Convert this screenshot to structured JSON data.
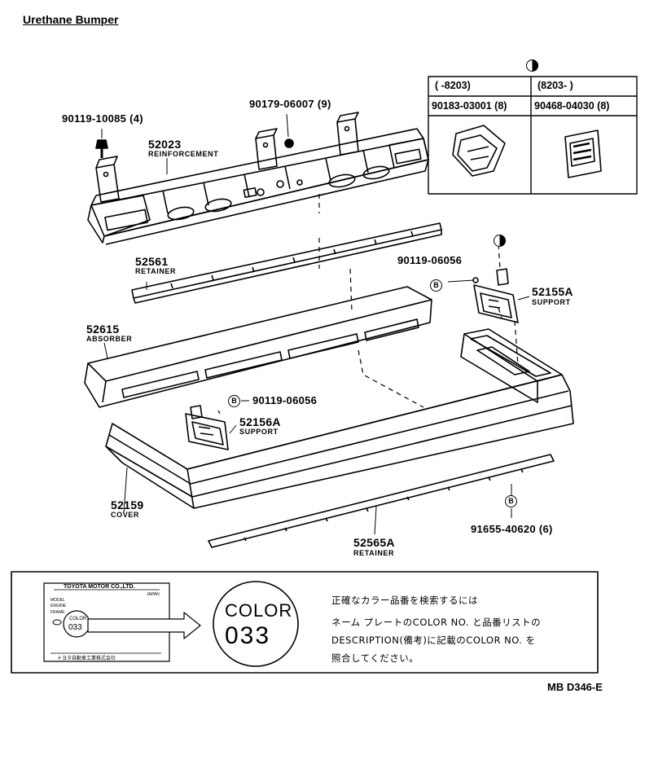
{
  "title": "Urethane Bumper",
  "parts": {
    "bolt_top": "90119-10085 (4)",
    "clip_top": "90179-06007 (9)",
    "reinforcement_no": "52023",
    "reinforcement_name": "REINFORCEMENT",
    "retainer_upper_no": "52561",
    "retainer_upper_name": "RETAINER",
    "bolt_support_right": "90119-06056",
    "support_right_no": "52155A",
    "support_right_name": "SUPPORT",
    "absorber_no": "52615",
    "absorber_name": "ABSORBER",
    "bolt_support_left": "90119-06056",
    "support_left_no": "52156A",
    "support_left_name": "SUPPORT",
    "cover_no": "52159",
    "cover_name": "COVER",
    "retainer_lower_no": "52565A",
    "retainer_lower_name": "RETAINER",
    "screw_bottom": "91655-40620 (6)",
    "b_mark": "B"
  },
  "date_table": {
    "col1_range": "(      -8203)",
    "col2_range": "(8203-        )",
    "col1_part": "90183-03001 (8)",
    "col2_part": "90468-04030 (8)"
  },
  "notice": {
    "plate_company": "TOYOTA MOTOR CO.,LTD.",
    "plate_country": "JAPAN",
    "plate_rows": [
      "MODEL",
      "ENGINE",
      "FRAME"
    ],
    "plate_color_label": "COLOR",
    "plate_color_value": "033",
    "plate_maker": "トヨタ自動車工業株式会社",
    "big_color_label": "COLOR",
    "big_color_value": "033",
    "line1": "正確なカラー品番を検索するには",
    "line2": "ネーム プレートのCOLOR NO. と品番リストの",
    "line3": "DESCRIPTION(備考)に記載のCOLOR NO. を",
    "line4": "照合してください。"
  },
  "diagram_code": "MB D346-E"
}
